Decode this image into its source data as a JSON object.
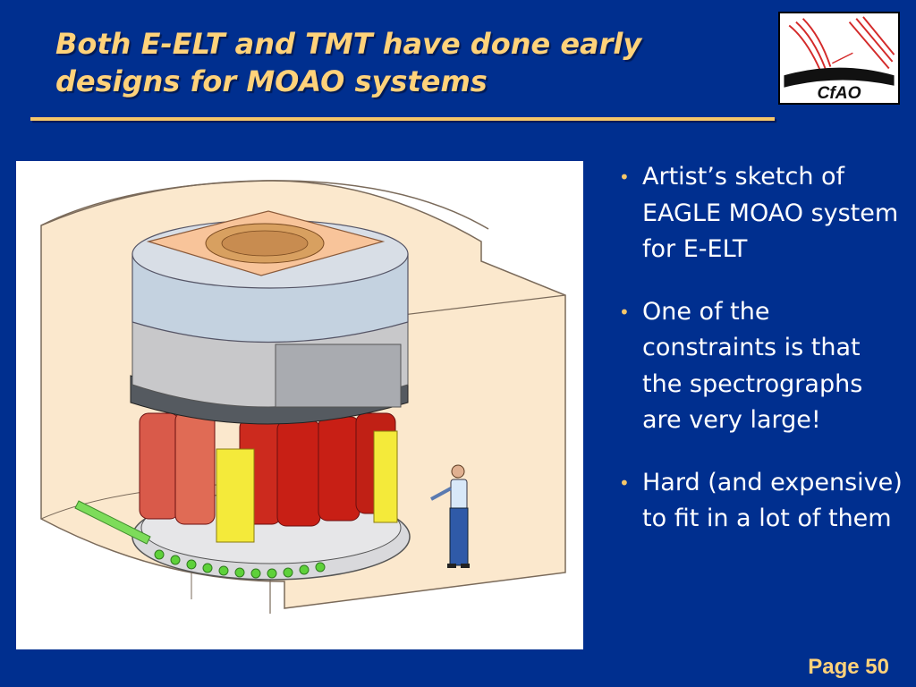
{
  "slide": {
    "title": "Both E-ELT and TMT have done early designs for MOAO systems",
    "logo_text": "CfAO",
    "bullets": [
      "Artist’s sketch of EAGLE MOAO system for E-ELT",
      "One of the constraints is that the spectrographs are very large!",
      "Hard (and expensive) to fit in a lot of them"
    ],
    "page_label": "Page 50"
  },
  "colors": {
    "background": "#002f8f",
    "title": "#ffd27a",
    "rule": "#f5c76a",
    "bullet_text": "#ffffff",
    "bullet_marker": "#f5c76a"
  }
}
